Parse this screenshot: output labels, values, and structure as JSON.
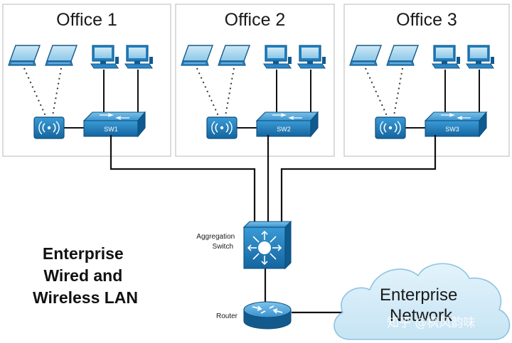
{
  "offices": [
    {
      "title": "Office 1",
      "switch_label": "SW1"
    },
    {
      "title": "Office 2",
      "switch_label": "SW2"
    },
    {
      "title": "Office 3",
      "switch_label": "SW3"
    }
  ],
  "aggregation_label": [
    "Aggregation",
    "Switch"
  ],
  "router_label": "Router",
  "network_title": [
    "Enterprise",
    "Wired and",
    "Wireless LAN"
  ],
  "cloud_label": [
    "Enterprise",
    "Network"
  ],
  "watermark": "知乎 @枫风韵味",
  "colors": {
    "device_blue": "#1f7fbf",
    "device_dark": "#135a8c",
    "cloud_fill": "#d6ecf7",
    "cloud_stroke": "#8cc4e2",
    "link": "#111111",
    "office_border": "#c8c8c8"
  }
}
